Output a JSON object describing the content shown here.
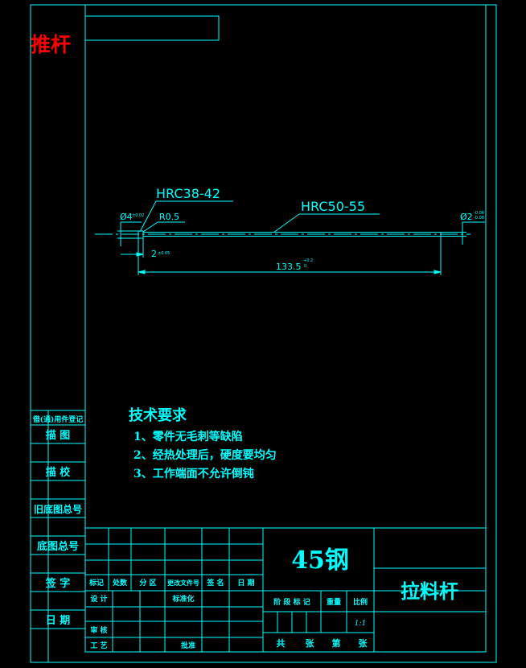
{
  "colors": {
    "background": "#000000",
    "lines": "#00ffff",
    "title_red": "#ff0000",
    "dimension": "#00c8c8"
  },
  "header": {
    "part_name_red": "推杆"
  },
  "part": {
    "callout_hardness_left": "HRC38-42",
    "callout_hardness_right": "HRC50-55",
    "dim_left_diameter": "Ø4",
    "dim_left_diameter_tol": "±0.02",
    "dim_radius": "R0.5",
    "dim_step_length": "2",
    "dim_step_length_tol": "±0.05",
    "dim_total_length": "133.5",
    "dim_total_length_tol_upper": "+0.2",
    "dim_total_length_tol_lower": "0",
    "dim_right_diameter": "Ø2",
    "dim_right_diameter_tol_upper": "-0.06",
    "dim_right_diameter_tol_lower": "-0.08"
  },
  "tech_requirements": {
    "title": "技术要求",
    "items": [
      "1、零件无毛刺等缺陷",
      "2、经热处理后，硬度要均匀",
      "3、工作端面不允许倒钝"
    ]
  },
  "side_column": {
    "labels": [
      "借(通)用件登记",
      "描    图",
      "描    校",
      "旧底图总号",
      "底图总号",
      "签    字",
      "日    期"
    ]
  },
  "title_block": {
    "material": "45钢",
    "drawing_name": "拉料杆",
    "revision_headers": [
      "标记",
      "处数",
      "分  区",
      "更改文件号",
      "签  名",
      "日  期"
    ],
    "row_design": "设 计",
    "row_standard": "标准化",
    "row_review": "审 核",
    "row_process": "工 艺",
    "row_approve": "批准",
    "stage_header": "阶 段 标 记",
    "weight_header": "重量",
    "scale_header": "比例",
    "scale_value": "1:1",
    "sheets_total": "共",
    "sheets_zhang1": "张",
    "sheets_di": "第",
    "sheets_zhang2": "张"
  }
}
